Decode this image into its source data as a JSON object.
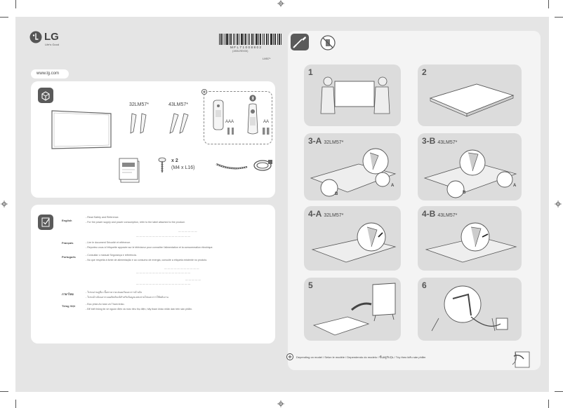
{
  "header": {
    "brand_text": "LG",
    "tagline": "Life's Good",
    "barcode_number": "MFL71008802",
    "barcode_rev": "(1905-REV00)",
    "model_code": "LM57*",
    "website": "www.lg.com"
  },
  "box_contents": {
    "model_a": "32LM57*",
    "model_b": "43LM57*",
    "battery_a": "AAA",
    "battery_b": "AA",
    "screw_count": "x 2",
    "screw_size": "(M4 x L16)"
  },
  "safety": {
    "languages": [
      {
        "name": "English",
        "lines": [
          "- Read Safety and Reference.",
          "- For the power supply and power consumption, refer to the label attached to the product."
        ]
      },
      {
        "name": "Français",
        "lines": [
          "- Lire le document Sécurité et référence.",
          "- Reportez-vous à l'étiquette apposée sur le téléviseur pour connaître l'alimentation et la consommation électrique."
        ]
      },
      {
        "name": "Português",
        "lines": [
          "- Consultar o manual Segurança e referência.",
          "- No que respeita à fonte de alimentação e ao consumo de energia, consulte a etiqueta existente no produto."
        ]
      },
      {
        "name": "ภาษาไทย",
        "lines": [
          "- โปรดอ่านคู่มือ เนื้อหาความปลอดภัยและการอ้างอิง",
          "- โปรดอ้างอิงฉลากบนผลิตภัณฑ์สำหรับข้อมูลแหล่งจ่ายไฟและการใช้พลังงาน"
        ]
      },
      {
        "name": "Tiếng Việt",
        "lines": [
          "- Đọc phần An toàn và Tham khảo.",
          "- Để biết thông tin về nguồn điện và mức tiêu thụ điện, hãy tham khảo nhãn dán trên sản phẩm."
        ]
      }
    ]
  },
  "steps": {
    "s1": "1",
    "s2": "2",
    "s3a": "3-A",
    "s3a_model": "32LM57*",
    "s3b": "3-B",
    "s3b_model": "43LM57*",
    "s4a": "4-A",
    "s4a_model": "32LM57*",
    "s4b": "4-B",
    "s4b_model": "43LM57*",
    "s5": "5",
    "s6": "6",
    "callout_a": "A",
    "callout_b": "B"
  },
  "footer": {
    "note": "Depending on model / Selon le modèle / Dependendo do modelo / ขึ้นอยู่กับรุ่น / Tùy theo kiểu sản phẩm"
  },
  "colors": {
    "sheet_bg": "#e5e5e5",
    "card_bg": "#ffffff",
    "icon_dark": "#5a5a5a",
    "stroke": "#777777"
  }
}
